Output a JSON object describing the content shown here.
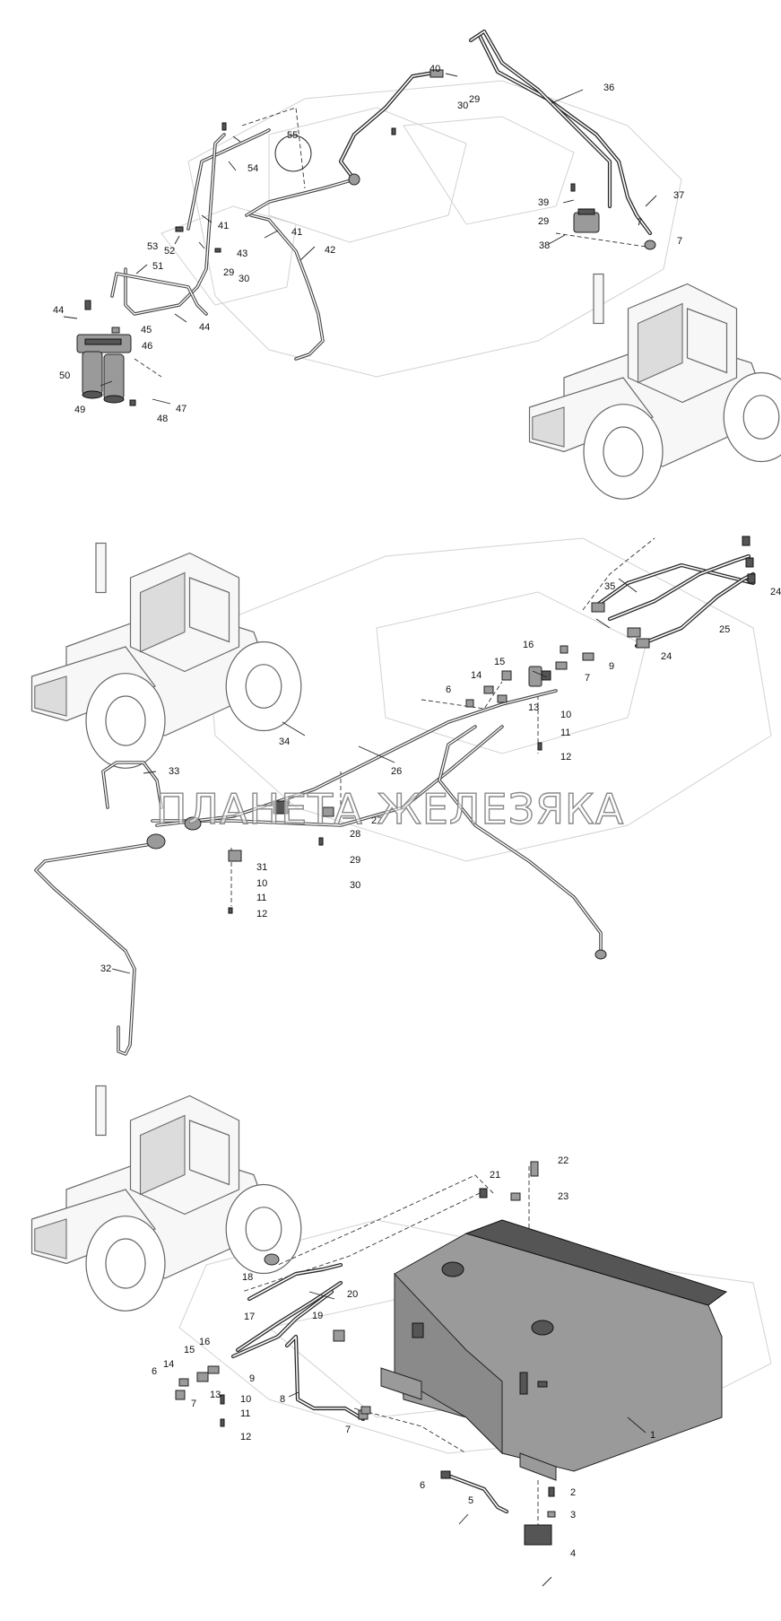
{
  "watermark": "ПЛАНЕТА ЖЕЛЕЗЯКА",
  "colors": {
    "line": "#222222",
    "part_fill": "#9a9a9a",
    "tank_fill": "#9a9a9a",
    "tank_top": "#555555",
    "ghost": "#d2d2d2",
    "background": "#ffffff"
  },
  "callouts": {
    "top": [
      "55",
      "54",
      "40",
      "29",
      "30",
      "36",
      "41",
      "53",
      "52",
      "43",
      "42",
      "39",
      "29",
      "7",
      "37",
      "38",
      "7",
      "51",
      "29",
      "30",
      "44",
      "45",
      "46",
      "44",
      "50",
      "47",
      "49",
      "48"
    ],
    "middle": [
      "35",
      "24",
      "25",
      "24",
      "16",
      "15",
      "7",
      "9",
      "14",
      "6",
      "13",
      "10",
      "11",
      "12",
      "34",
      "26",
      "33",
      "27",
      "28",
      "29",
      "30",
      "31",
      "10",
      "11",
      "12",
      "32"
    ],
    "bottom": [
      "22",
      "21",
      "23",
      "18",
      "20",
      "17",
      "19",
      "16",
      "15",
      "14",
      "6",
      "9",
      "13",
      "10",
      "7",
      "11",
      "12",
      "8",
      "7",
      "1",
      "6",
      "5",
      "2",
      "3",
      "4"
    ]
  }
}
